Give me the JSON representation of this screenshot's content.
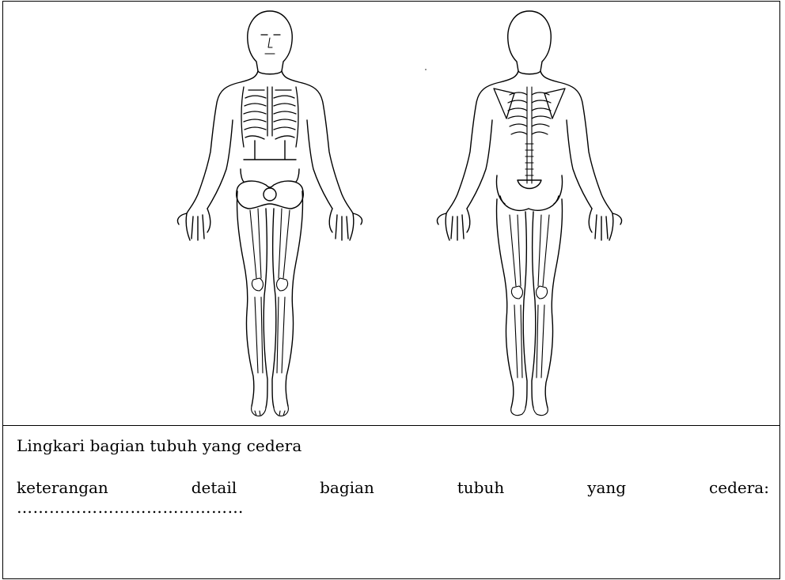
{
  "caption": "Lingkari bagian tubuh yang cedera",
  "details_words": [
    "keterangan",
    "detail",
    "bagian",
    "tubuh",
    "yang",
    "cedera:"
  ],
  "details_dots": "……………………………………",
  "figures": {
    "front": "front-body-diagram",
    "back": "back-body-diagram"
  }
}
